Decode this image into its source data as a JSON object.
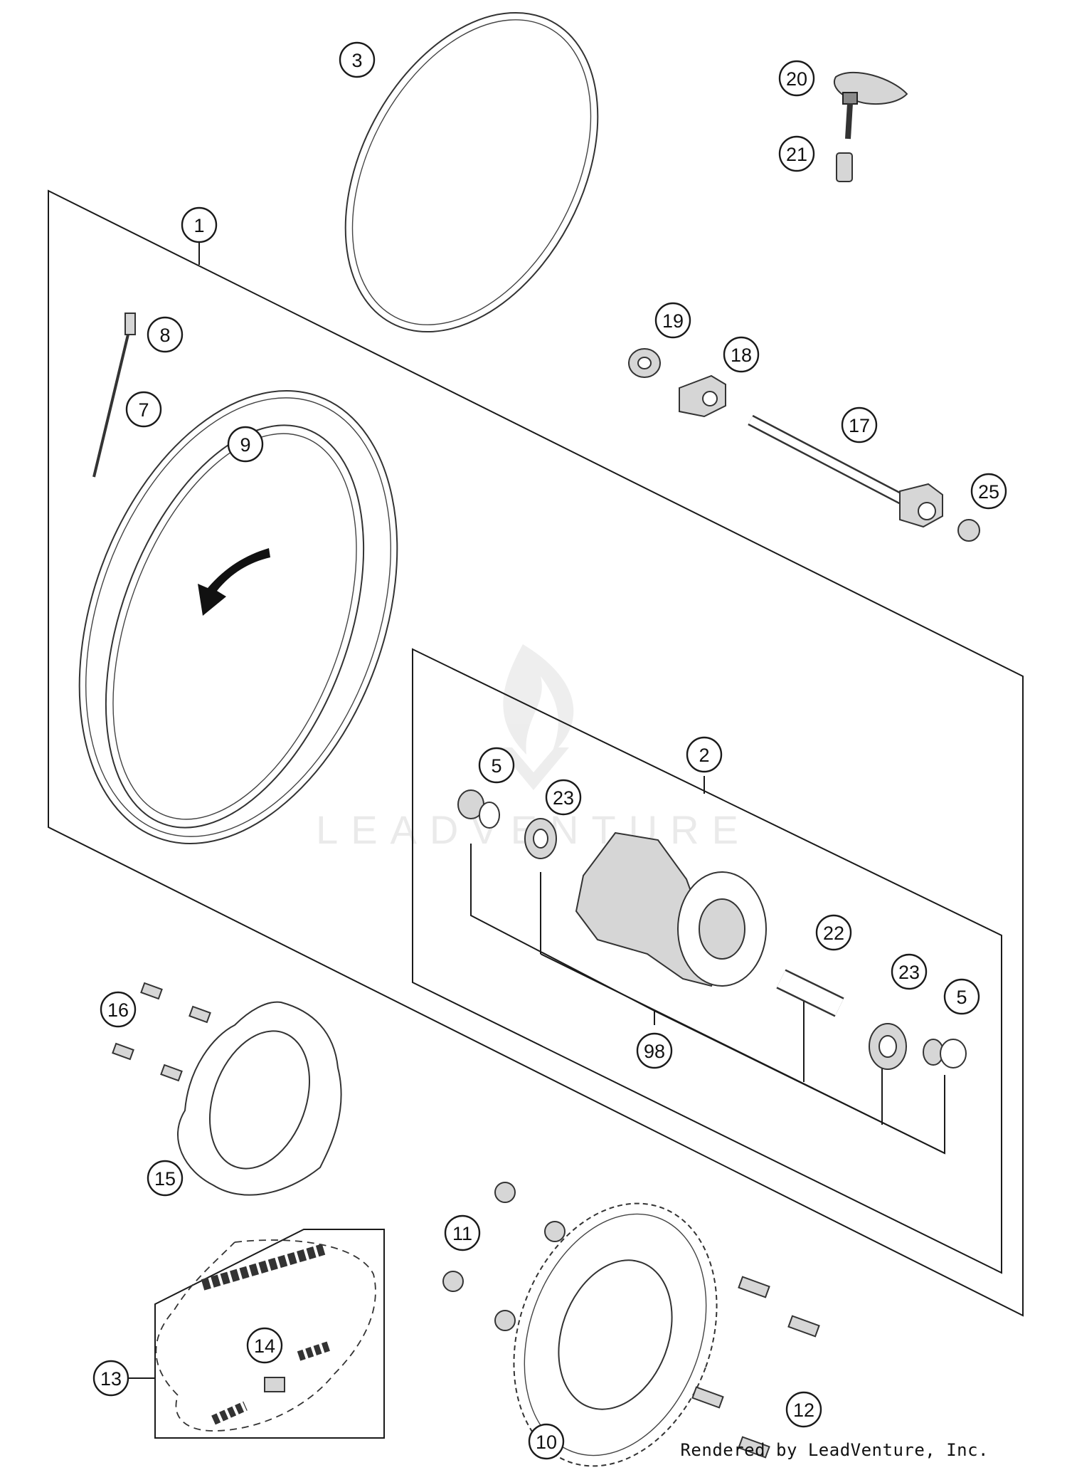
{
  "diagram": {
    "callouts": [
      "1",
      "2",
      "3",
      "5",
      "5",
      "7",
      "8",
      "9",
      "10",
      "11",
      "12",
      "13",
      "14",
      "15",
      "16",
      "17",
      "18",
      "19",
      "20",
      "21",
      "22",
      "23",
      "23",
      "25",
      "98"
    ]
  },
  "watermark": {
    "brand_text": "LEADVENTURE"
  },
  "footer": {
    "credit": "Rendered by LeadVenture, Inc."
  }
}
